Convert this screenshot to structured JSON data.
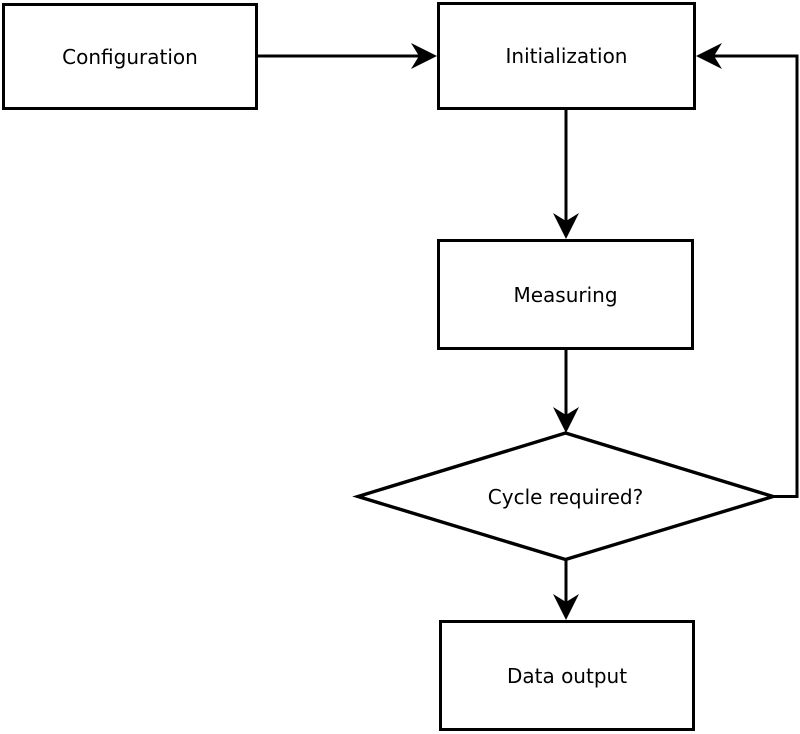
{
  "diagram": {
    "type": "flowchart",
    "colors": {
      "stroke": "#000000",
      "fill": "#ffffff",
      "background": "#ffffff"
    },
    "nodes": [
      {
        "id": "configuration",
        "label": "Configuration",
        "shape": "rectangle"
      },
      {
        "id": "initialization",
        "label": "Initialization",
        "shape": "rectangle"
      },
      {
        "id": "measuring",
        "label": "Measuring",
        "shape": "rectangle"
      },
      {
        "id": "cycle-required",
        "label": "Cycle required?",
        "shape": "diamond"
      },
      {
        "id": "data-output",
        "label": "Data output",
        "shape": "rectangle"
      }
    ],
    "edges": [
      {
        "from": "configuration",
        "to": "initialization",
        "kind": "arrow"
      },
      {
        "from": "initialization",
        "to": "measuring",
        "kind": "arrow"
      },
      {
        "from": "measuring",
        "to": "cycle-required",
        "kind": "arrow"
      },
      {
        "from": "cycle-required",
        "to": "data-output",
        "kind": "arrow"
      },
      {
        "from": "cycle-required",
        "to": "initialization",
        "kind": "feedback-loop"
      }
    ]
  }
}
